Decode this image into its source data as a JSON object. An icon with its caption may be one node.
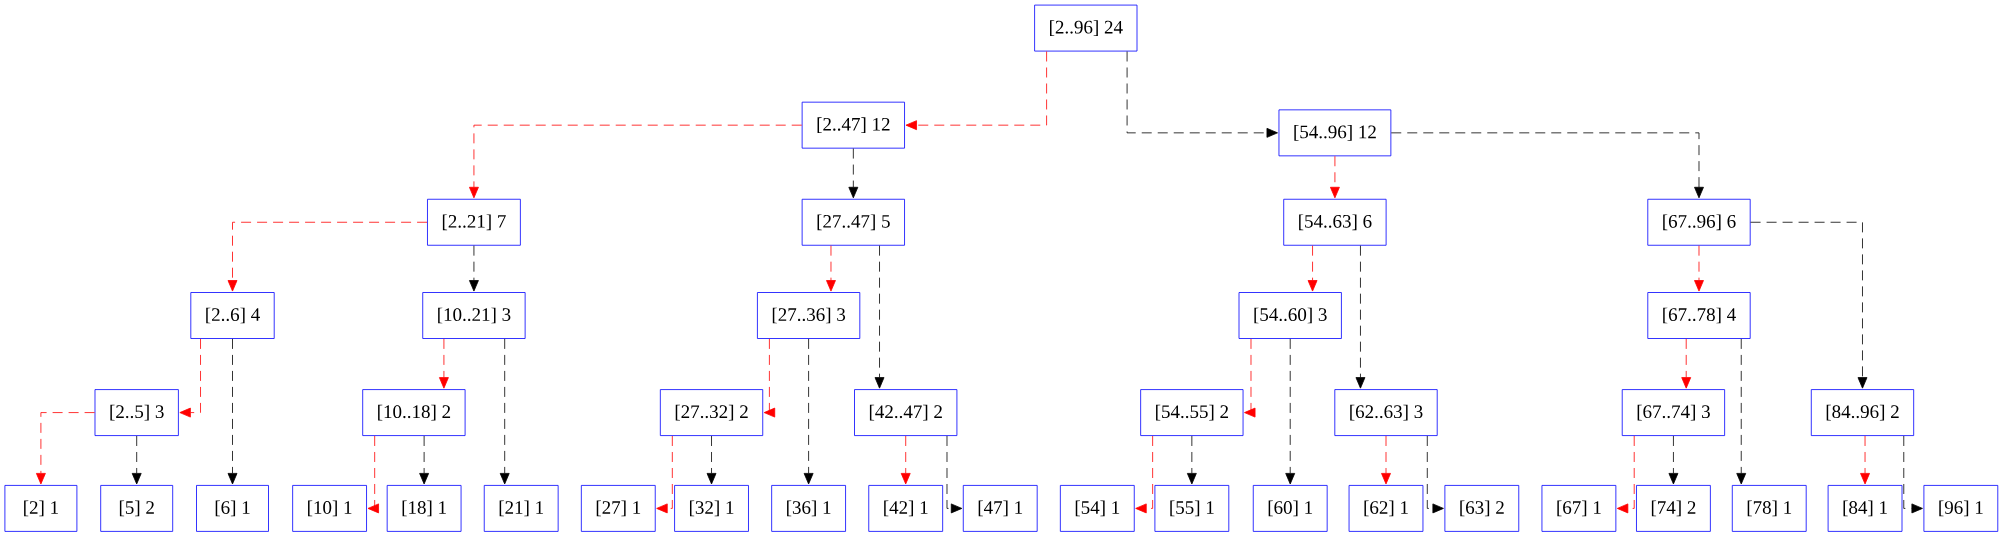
{
  "diagram": {
    "nodes": [
      {
        "text": [
          "[2..96] 24"
        ]
      },
      {
        "text": [
          "[2..47] 12"
        ]
      },
      {
        "text": [
          "[54..96] 12"
        ]
      },
      {
        "text": [
          "[2..21] 7"
        ]
      },
      {
        "text": [
          "[27..47] 5"
        ]
      },
      {
        "text": [
          "[54..63] 6"
        ]
      },
      {
        "text": [
          "[67..96] 6"
        ]
      },
      {
        "text": [
          "[2..6] 4"
        ]
      },
      {
        "text": [
          "[10..21] 3"
        ]
      },
      {
        "text": [
          "[27..36] 3"
        ]
      },
      {
        "text": [
          "[54..60] 3"
        ]
      },
      {
        "text": [
          "[67..78] 4"
        ]
      },
      {
        "text": [
          "[2..5] 3"
        ]
      },
      {
        "text": [
          "[10..18] 2"
        ]
      },
      {
        "text": [
          "[27..32] 2"
        ]
      },
      {
        "text": [
          "[42..47] 2"
        ]
      },
      {
        "text": [
          "[54..55] 2"
        ]
      },
      {
        "text": [
          "[62..63] 3"
        ]
      },
      {
        "text": [
          "[67..74] 3"
        ]
      },
      {
        "text": [
          "[84..96] 2"
        ]
      },
      {
        "text": [
          "[2] 1"
        ]
      },
      {
        "text": [
          "[5] 2"
        ]
      },
      {
        "text": [
          "[6] 1"
        ]
      },
      {
        "text": [
          "[10] 1"
        ]
      },
      {
        "text": [
          "[18] 1"
        ]
      },
      {
        "text": [
          "[21] 1"
        ]
      },
      {
        "text": [
          "[27] 1"
        ]
      },
      {
        "text": [
          "[32] 1"
        ]
      },
      {
        "text": [
          "[36] 1"
        ]
      },
      {
        "text": [
          "[42] 1"
        ]
      },
      {
        "text": [
          "[47] 1"
        ]
      },
      {
        "text": [
          "[54] 1"
        ]
      },
      {
        "text": [
          "[55] 1"
        ]
      },
      {
        "text": [
          "[60] 1"
        ]
      },
      {
        "text": [
          "[62] 1"
        ]
      },
      {
        "text": [
          "[63] 2"
        ]
      },
      {
        "text": [
          "[67] 1"
        ]
      },
      {
        "text": [
          "[74] 2"
        ]
      },
      {
        "text": [
          "[78] 1"
        ]
      },
      {
        "text": [
          "[84] 1"
        ]
      },
      {
        "text": [
          "[96] 1"
        ]
      }
    ],
    "edges": [
      {
        "from": 0,
        "to": 1,
        "arrow": "to",
        "style": "dashed",
        "color": "#ff0000"
      },
      {
        "from": 0,
        "to": 2,
        "arrow": "to",
        "style": "dashed",
        "color": "#000000"
      },
      {
        "from": 1,
        "to": 3,
        "arrow": "to",
        "style": "dashed",
        "color": "#ff0000"
      },
      {
        "from": 1,
        "to": 4,
        "arrow": "to",
        "style": "dashed",
        "color": "#000000"
      },
      {
        "from": 2,
        "to": 5,
        "arrow": "to",
        "style": "dashed",
        "color": "#ff0000"
      },
      {
        "from": 2,
        "to": 6,
        "arrow": "to",
        "style": "dashed",
        "color": "#000000"
      },
      {
        "from": 3,
        "to": 7,
        "arrow": "to",
        "style": "dashed",
        "color": "#ff0000"
      },
      {
        "from": 3,
        "to": 8,
        "arrow": "to",
        "style": "dashed",
        "color": "#000000"
      },
      {
        "from": 4,
        "to": 9,
        "arrow": "to",
        "style": "dashed",
        "color": "#ff0000"
      },
      {
        "from": 4,
        "to": 15,
        "arrow": "to",
        "style": "dashed",
        "color": "#000000"
      },
      {
        "from": 5,
        "to": 10,
        "arrow": "to",
        "style": "dashed",
        "color": "#ff0000"
      },
      {
        "from": 5,
        "to": 17,
        "arrow": "to",
        "style": "dashed",
        "color": "#000000"
      },
      {
        "from": 6,
        "to": 11,
        "arrow": "to",
        "style": "dashed",
        "color": "#ff0000"
      },
      {
        "from": 6,
        "to": 19,
        "arrow": "to",
        "style": "dashed",
        "color": "#000000"
      },
      {
        "from": 7,
        "to": 12,
        "arrow": "to",
        "style": "dashed",
        "color": "#ff0000"
      },
      {
        "from": 7,
        "to": 22,
        "arrow": "to",
        "style": "dashed",
        "color": "#000000"
      },
      {
        "from": 8,
        "to": 13,
        "arrow": "to",
        "style": "dashed",
        "color": "#ff0000"
      },
      {
        "from": 8,
        "to": 25,
        "arrow": "to",
        "style": "dashed",
        "color": "#000000"
      },
      {
        "from": 9,
        "to": 14,
        "arrow": "to",
        "style": "dashed",
        "color": "#ff0000"
      },
      {
        "from": 9,
        "to": 28,
        "arrow": "to",
        "style": "dashed",
        "color": "#000000"
      },
      {
        "from": 10,
        "to": 16,
        "arrow": "to",
        "style": "dashed",
        "color": "#ff0000"
      },
      {
        "from": 10,
        "to": 33,
        "arrow": "to",
        "style": "dashed",
        "color": "#000000"
      },
      {
        "from": 11,
        "to": 18,
        "arrow": "to",
        "style": "dashed",
        "color": "#ff0000"
      },
      {
        "from": 11,
        "to": 38,
        "arrow": "to",
        "style": "dashed",
        "color": "#000000"
      },
      {
        "from": 12,
        "to": 20,
        "arrow": "to",
        "style": "dashed",
        "color": "#ff0000"
      },
      {
        "from": 12,
        "to": 21,
        "arrow": "to",
        "style": "dashed",
        "color": "#000000"
      },
      {
        "from": 13,
        "to": 23,
        "arrow": "to",
        "style": "dashed",
        "color": "#ff0000"
      },
      {
        "from": 13,
        "to": 24,
        "arrow": "to",
        "style": "dashed",
        "color": "#000000"
      },
      {
        "from": 14,
        "to": 26,
        "arrow": "to",
        "style": "dashed",
        "color": "#ff0000"
      },
      {
        "from": 14,
        "to": 27,
        "arrow": "to",
        "style": "dashed",
        "color": "#000000"
      },
      {
        "from": 15,
        "to": 29,
        "arrow": "to",
        "style": "dashed",
        "color": "#ff0000"
      },
      {
        "from": 15,
        "to": 30,
        "arrow": "to",
        "style": "dashed",
        "color": "#000000"
      },
      {
        "from": 16,
        "to": 31,
        "arrow": "to",
        "style": "dashed",
        "color": "#ff0000"
      },
      {
        "from": 16,
        "to": 32,
        "arrow": "to",
        "style": "dashed",
        "color": "#000000"
      },
      {
        "from": 17,
        "to": 34,
        "arrow": "to",
        "style": "dashed",
        "color": "#ff0000"
      },
      {
        "from": 17,
        "to": 35,
        "arrow": "to",
        "style": "dashed",
        "color": "#000000"
      },
      {
        "from": 18,
        "to": 36,
        "arrow": "to",
        "style": "dashed",
        "color": "#ff0000"
      },
      {
        "from": 18,
        "to": 37,
        "arrow": "to",
        "style": "dashed",
        "color": "#000000"
      },
      {
        "from": 19,
        "to": 39,
        "arrow": "to",
        "style": "dashed",
        "color": "#ff0000"
      },
      {
        "from": 19,
        "to": 40,
        "arrow": "to",
        "style": "dashed",
        "color": "#000000"
      }
    ]
  }
}
